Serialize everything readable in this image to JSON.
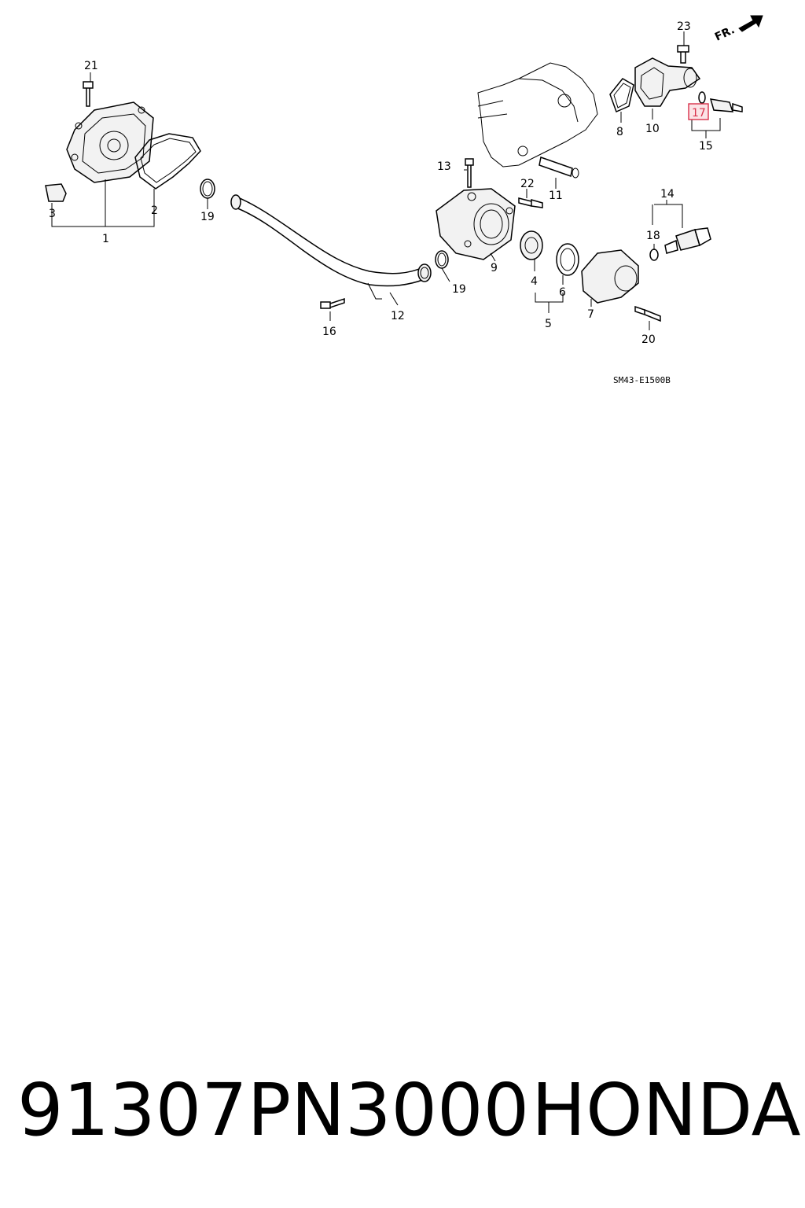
{
  "diagram": {
    "direction_label": "FR.",
    "diagram_code": "SM43-E1500B",
    "highlighted_callout": "17",
    "highlight_color": "#d9304a",
    "callouts": {
      "c1": "1",
      "c2": "2",
      "c3": "3",
      "c4": "4",
      "c5": "5",
      "c6": "6",
      "c7": "7",
      "c8": "8",
      "c9": "9",
      "c10": "10",
      "c11": "11",
      "c12": "12",
      "c13": "13",
      "c14": "14",
      "c15": "15",
      "c16": "16",
      "c17": "17",
      "c18": "18",
      "c19a": "19",
      "c19b": "19",
      "c20": "20",
      "c21": "21",
      "c22": "22",
      "c23": "23"
    }
  },
  "caption": {
    "part_number": "91307PN3000",
    "brand": "HONDA"
  }
}
